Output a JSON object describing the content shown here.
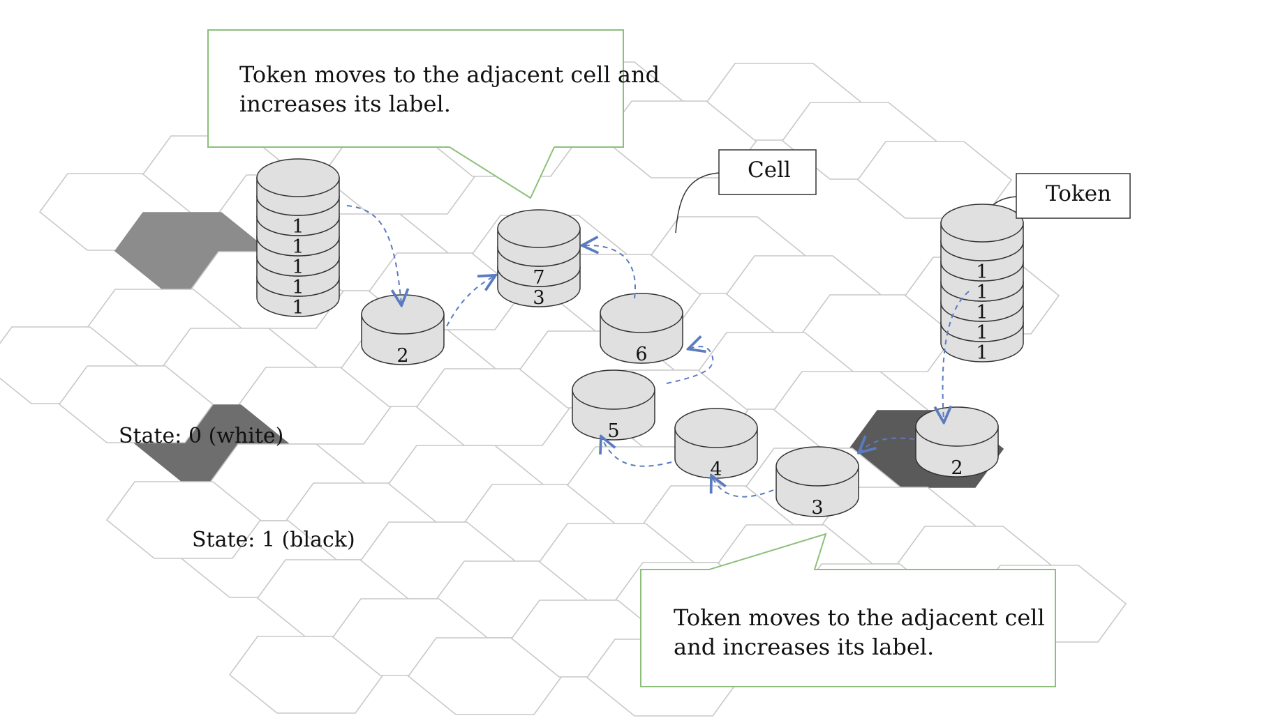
{
  "callouts": {
    "top": {
      "line1": "Token moves to the adjacent cell and",
      "line2": "increases its label."
    },
    "bottom": {
      "line1": "Token moves to the adjacent cell",
      "line2": "and increases its label."
    }
  },
  "tags": {
    "cell": "Cell",
    "token": "Token"
  },
  "states": {
    "white": "State: 0 (white)",
    "black": "State: 1 (black)"
  },
  "stacks": {
    "left": [
      "1",
      "1",
      "1",
      "1",
      "1"
    ],
    "center": [
      "7",
      "3"
    ],
    "right": [
      "1",
      "1",
      "1",
      "1",
      "1"
    ]
  },
  "tokens": {
    "t2_left": "2",
    "t6": "6",
    "t5": "5",
    "t4": "4",
    "t3": "3",
    "t2_right": "2"
  },
  "colors": {
    "hex_border": "#c8c8c8",
    "state_black": "#6e6e6e",
    "state_dark": "#5a5a5a",
    "state_gray": "#8c8c8c",
    "token_fill": "#e0e0e0",
    "arrow": "#5b7bc0",
    "callout_border": "#8cc07a"
  }
}
